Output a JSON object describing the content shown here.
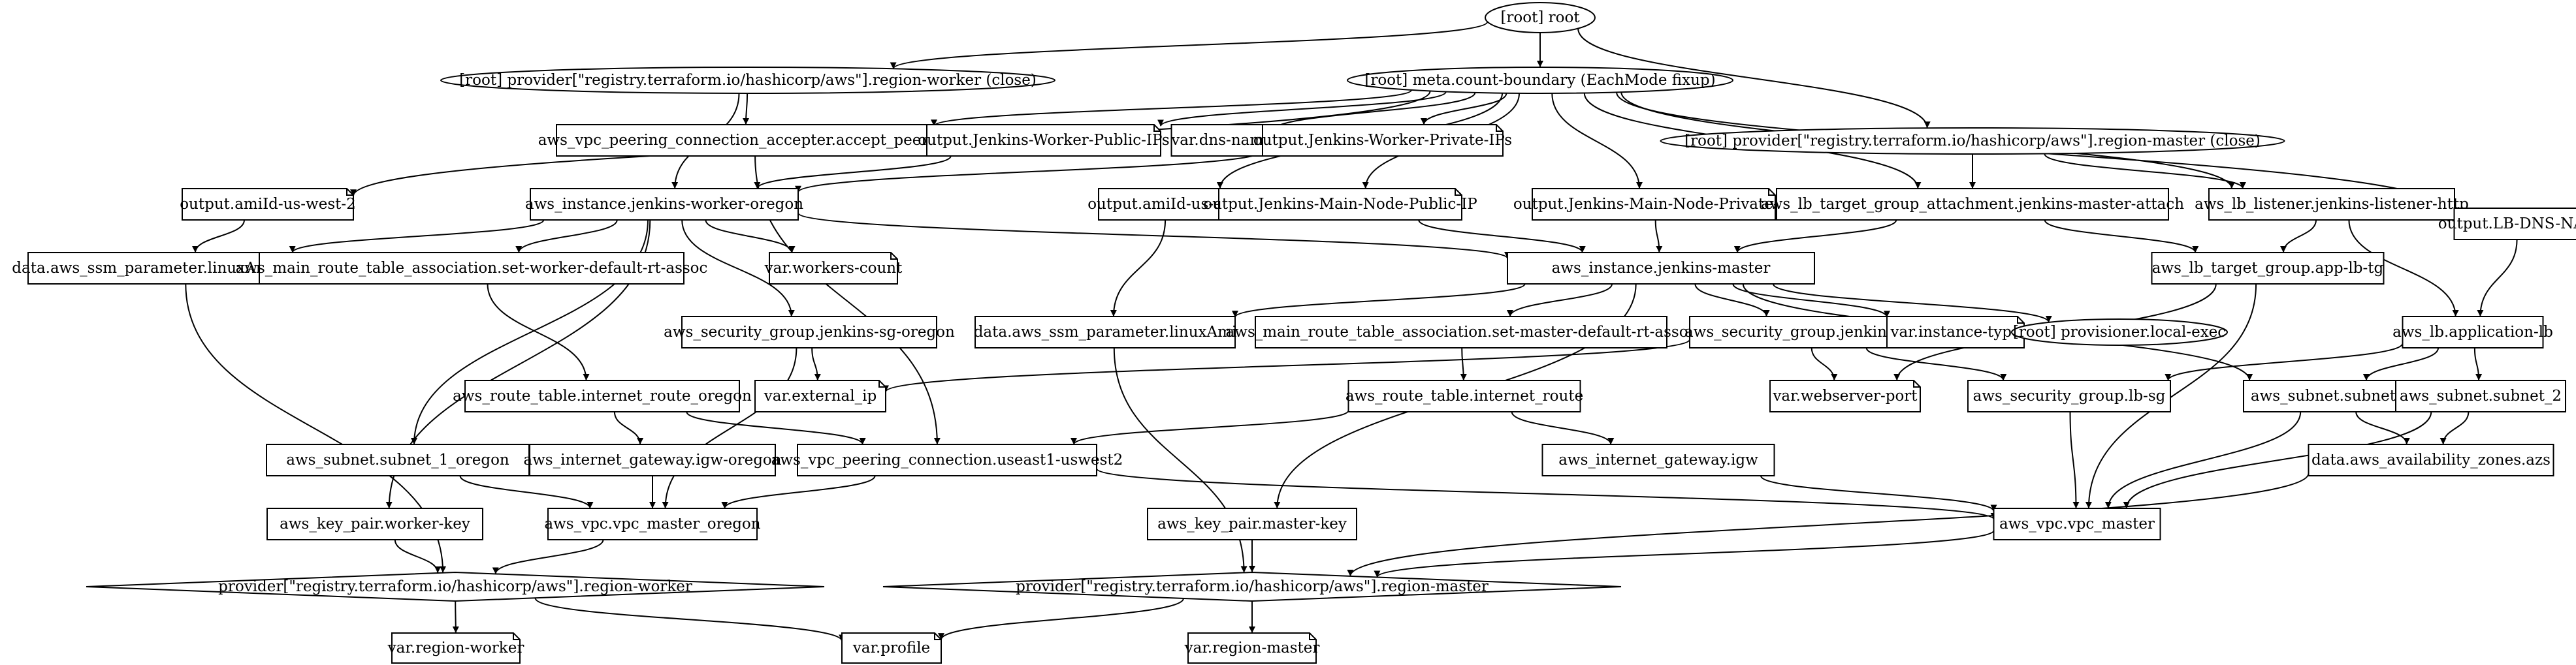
{
  "graph": {
    "nodes": [
      {
        "id": "root",
        "label": "[root] root",
        "shape": "ellipse"
      },
      {
        "id": "provider_worker_close",
        "label": "[root] provider[\"registry.terraform.io/hashicorp/aws\"].region-worker (close)",
        "shape": "ellipse"
      },
      {
        "id": "meta_count",
        "label": "[root] meta.count-boundary (EachMode fixup)",
        "shape": "ellipse"
      },
      {
        "id": "provider_master_close",
        "label": "[root] provider[\"registry.terraform.io/hashicorp/aws\"].region-master (close)",
        "shape": "ellipse"
      },
      {
        "id": "peering_accepter",
        "label": "aws_vpc_peering_connection_accepter.accept_peering",
        "shape": "box"
      },
      {
        "id": "out_worker_public",
        "label": "output.Jenkins-Worker-Public-IPs",
        "shape": "note"
      },
      {
        "id": "var_dns_name",
        "label": "var.dns-name",
        "shape": "note"
      },
      {
        "id": "out_worker_private",
        "label": "output.Jenkins-Worker-Private-IPs",
        "shape": "note"
      },
      {
        "id": "out_ami_west2",
        "label": "output.amiId-us-west-2",
        "shape": "note"
      },
      {
        "id": "inst_worker",
        "label": "aws_instance.jenkins-worker-oregon",
        "shape": "box"
      },
      {
        "id": "out_ami_east1",
        "label": "output.amiId-us-east-1",
        "shape": "note"
      },
      {
        "id": "out_main_public",
        "label": "output.Jenkins-Main-Node-Public-IP",
        "shape": "note"
      },
      {
        "id": "out_main_private",
        "label": "output.Jenkins-Main-Node-Private-IP",
        "shape": "note"
      },
      {
        "id": "lb_tg_attach",
        "label": "aws_lb_target_group_attachment.jenkins-master-attach",
        "shape": "box"
      },
      {
        "id": "lb_listener",
        "label": "aws_lb_listener.jenkins-listener-http",
        "shape": "box"
      },
      {
        "id": "out_lb_dns",
        "label": "output.LB-DNS-NAME",
        "shape": "note"
      },
      {
        "id": "ssm_oregon",
        "label": "data.aws_ssm_parameter.linuxAmiOregon",
        "shape": "box"
      },
      {
        "id": "rt_assoc_worker",
        "label": "aws_main_route_table_association.set-worker-default-rt-assoc",
        "shape": "box"
      },
      {
        "id": "var_workers_count",
        "label": "var.workers-count",
        "shape": "note"
      },
      {
        "id": "inst_master",
        "label": "aws_instance.jenkins-master",
        "shape": "box"
      },
      {
        "id": "lb_tg",
        "label": "aws_lb_target_group.app-lb-tg",
        "shape": "box"
      },
      {
        "id": "lb_app",
        "label": "aws_lb.application-lb",
        "shape": "box"
      },
      {
        "id": "sg_oregon",
        "label": "aws_security_group.jenkins-sg-oregon",
        "shape": "box"
      },
      {
        "id": "ssm_linux",
        "label": "data.aws_ssm_parameter.linuxAmi",
        "shape": "box"
      },
      {
        "id": "rt_assoc_master",
        "label": "aws_main_route_table_association.set-master-default-rt-assoc",
        "shape": "box"
      },
      {
        "id": "sg_jenkins",
        "label": "aws_security_group.jenkins-sg",
        "shape": "box"
      },
      {
        "id": "var_instance_type",
        "label": "var.instance-type",
        "shape": "note"
      },
      {
        "id": "provisioner",
        "label": "[root] provisioner.local-exec",
        "shape": "ellipse"
      },
      {
        "id": "subnet_1",
        "label": "aws_subnet.subnet_1",
        "shape": "box"
      },
      {
        "id": "subnet_2",
        "label": "aws_subnet.subnet_2",
        "shape": "box"
      },
      {
        "id": "rt_oregon",
        "label": "aws_route_table.internet_route_oregon",
        "shape": "box"
      },
      {
        "id": "var_external_ip",
        "label": "var.external_ip",
        "shape": "note"
      },
      {
        "id": "rt_internet",
        "label": "aws_route_table.internet_route",
        "shape": "box"
      },
      {
        "id": "var_webserver_port",
        "label": "var.webserver-port",
        "shape": "note"
      },
      {
        "id": "sg_lb",
        "label": "aws_security_group.lb-sg",
        "shape": "box"
      },
      {
        "id": "subnet_1_oregon",
        "label": "aws_subnet.subnet_1_oregon",
        "shape": "box"
      },
      {
        "id": "igw_oregon",
        "label": "aws_internet_gateway.igw-oregon",
        "shape": "box"
      },
      {
        "id": "peering_conn",
        "label": "aws_vpc_peering_connection.useast1-uswest2",
        "shape": "box"
      },
      {
        "id": "igw",
        "label": "aws_internet_gateway.igw",
        "shape": "box"
      },
      {
        "id": "azs",
        "label": "data.aws_availability_zones.azs",
        "shape": "box"
      },
      {
        "id": "kp_worker",
        "label": "aws_key_pair.worker-key",
        "shape": "box"
      },
      {
        "id": "vpc_oregon",
        "label": "aws_vpc.vpc_master_oregon",
        "shape": "box"
      },
      {
        "id": "kp_master",
        "label": "aws_key_pair.master-key",
        "shape": "box"
      },
      {
        "id": "vpc_master",
        "label": "aws_vpc.vpc_master",
        "shape": "box"
      },
      {
        "id": "provider_worker",
        "label": "provider[\"registry.terraform.io/hashicorp/aws\"].region-worker",
        "shape": "diamond"
      },
      {
        "id": "provider_master",
        "label": "provider[\"registry.terraform.io/hashicorp/aws\"].region-master",
        "shape": "diamond"
      },
      {
        "id": "var_region_worker",
        "label": "var.region-worker",
        "shape": "note"
      },
      {
        "id": "var_profile",
        "label": "var.profile",
        "shape": "note"
      },
      {
        "id": "var_region_master",
        "label": "var.region-master",
        "shape": "note"
      }
    ],
    "edges": [
      [
        "root",
        "provider_worker_close"
      ],
      [
        "root",
        "meta_count"
      ],
      [
        "root",
        "provider_master_close"
      ],
      [
        "provider_worker_close",
        "peering_accepter"
      ],
      [
        "provider_worker_close",
        "inst_worker"
      ],
      [
        "meta_count",
        "peering_accepter"
      ],
      [
        "meta_count",
        "out_worker_public"
      ],
      [
        "meta_count",
        "var_dns_name"
      ],
      [
        "meta_count",
        "out_worker_private"
      ],
      [
        "meta_count",
        "out_ami_west2"
      ],
      [
        "meta_count",
        "out_ami_east1"
      ],
      [
        "meta_count",
        "out_main_public"
      ],
      [
        "meta_count",
        "out_main_private"
      ],
      [
        "meta_count",
        "lb_tg_attach"
      ],
      [
        "meta_count",
        "lb_listener"
      ],
      [
        "meta_count",
        "out_lb_dns"
      ],
      [
        "provider_master_close",
        "lb_tg_attach"
      ],
      [
        "provider_master_close",
        "lb_listener"
      ],
      [
        "peering_accepter",
        "peering_conn"
      ],
      [
        "out_worker_public",
        "inst_worker"
      ],
      [
        "out_worker_private",
        "inst_worker"
      ],
      [
        "out_ami_west2",
        "ssm_oregon"
      ],
      [
        "inst_worker",
        "ssm_oregon"
      ],
      [
        "inst_worker",
        "rt_assoc_worker"
      ],
      [
        "inst_worker",
        "var_workers_count"
      ],
      [
        "inst_worker",
        "inst_master"
      ],
      [
        "inst_worker",
        "sg_oregon"
      ],
      [
        "inst_worker",
        "subnet_1_oregon"
      ],
      [
        "inst_worker",
        "kp_worker"
      ],
      [
        "out_ami_east1",
        "ssm_linux"
      ],
      [
        "out_main_public",
        "inst_master"
      ],
      [
        "out_main_private",
        "inst_master"
      ],
      [
        "lb_tg_attach",
        "inst_master"
      ],
      [
        "lb_tg_attach",
        "lb_tg"
      ],
      [
        "lb_listener",
        "lb_tg"
      ],
      [
        "lb_listener",
        "lb_app"
      ],
      [
        "out_lb_dns",
        "lb_app"
      ],
      [
        "ssm_oregon",
        "provider_worker"
      ],
      [
        "rt_assoc_worker",
        "rt_oregon"
      ],
      [
        "inst_master",
        "ssm_linux"
      ],
      [
        "inst_master",
        "rt_assoc_master"
      ],
      [
        "inst_master",
        "sg_jenkins"
      ],
      [
        "inst_master",
        "var_instance_type"
      ],
      [
        "inst_master",
        "provisioner"
      ],
      [
        "inst_master",
        "subnet_1"
      ],
      [
        "inst_master",
        "kp_master"
      ],
      [
        "lb_tg",
        "var_webserver_port"
      ],
      [
        "lb_tg",
        "vpc_master"
      ],
      [
        "lb_app",
        "sg_lb"
      ],
      [
        "lb_app",
        "subnet_1"
      ],
      [
        "lb_app",
        "subnet_2"
      ],
      [
        "sg_oregon",
        "var_external_ip"
      ],
      [
        "sg_oregon",
        "vpc_oregon"
      ],
      [
        "ssm_linux",
        "provider_master"
      ],
      [
        "rt_assoc_master",
        "rt_internet"
      ],
      [
        "sg_jenkins",
        "var_external_ip"
      ],
      [
        "sg_jenkins",
        "var_webserver_port"
      ],
      [
        "sg_jenkins",
        "sg_lb"
      ],
      [
        "subnet_1",
        "azs"
      ],
      [
        "subnet_1",
        "vpc_master"
      ],
      [
        "subnet_2",
        "azs"
      ],
      [
        "subnet_2",
        "vpc_master"
      ],
      [
        "rt_oregon",
        "igw_oregon"
      ],
      [
        "rt_oregon",
        "peering_conn"
      ],
      [
        "rt_internet",
        "peering_conn"
      ],
      [
        "rt_internet",
        "igw"
      ],
      [
        "sg_lb",
        "vpc_master"
      ],
      [
        "subnet_1_oregon",
        "vpc_oregon"
      ],
      [
        "igw_oregon",
        "vpc_oregon"
      ],
      [
        "peering_conn",
        "vpc_oregon"
      ],
      [
        "peering_conn",
        "vpc_master"
      ],
      [
        "igw",
        "vpc_master"
      ],
      [
        "azs",
        "provider_master"
      ],
      [
        "kp_worker",
        "provider_worker"
      ],
      [
        "vpc_oregon",
        "provider_worker"
      ],
      [
        "kp_master",
        "provider_master"
      ],
      [
        "vpc_master",
        "provider_master"
      ],
      [
        "provider_worker",
        "var_region_worker"
      ],
      [
        "provider_worker",
        "var_profile"
      ],
      [
        "provider_master",
        "var_profile"
      ],
      [
        "provider_master",
        "var_region_master"
      ]
    ]
  }
}
